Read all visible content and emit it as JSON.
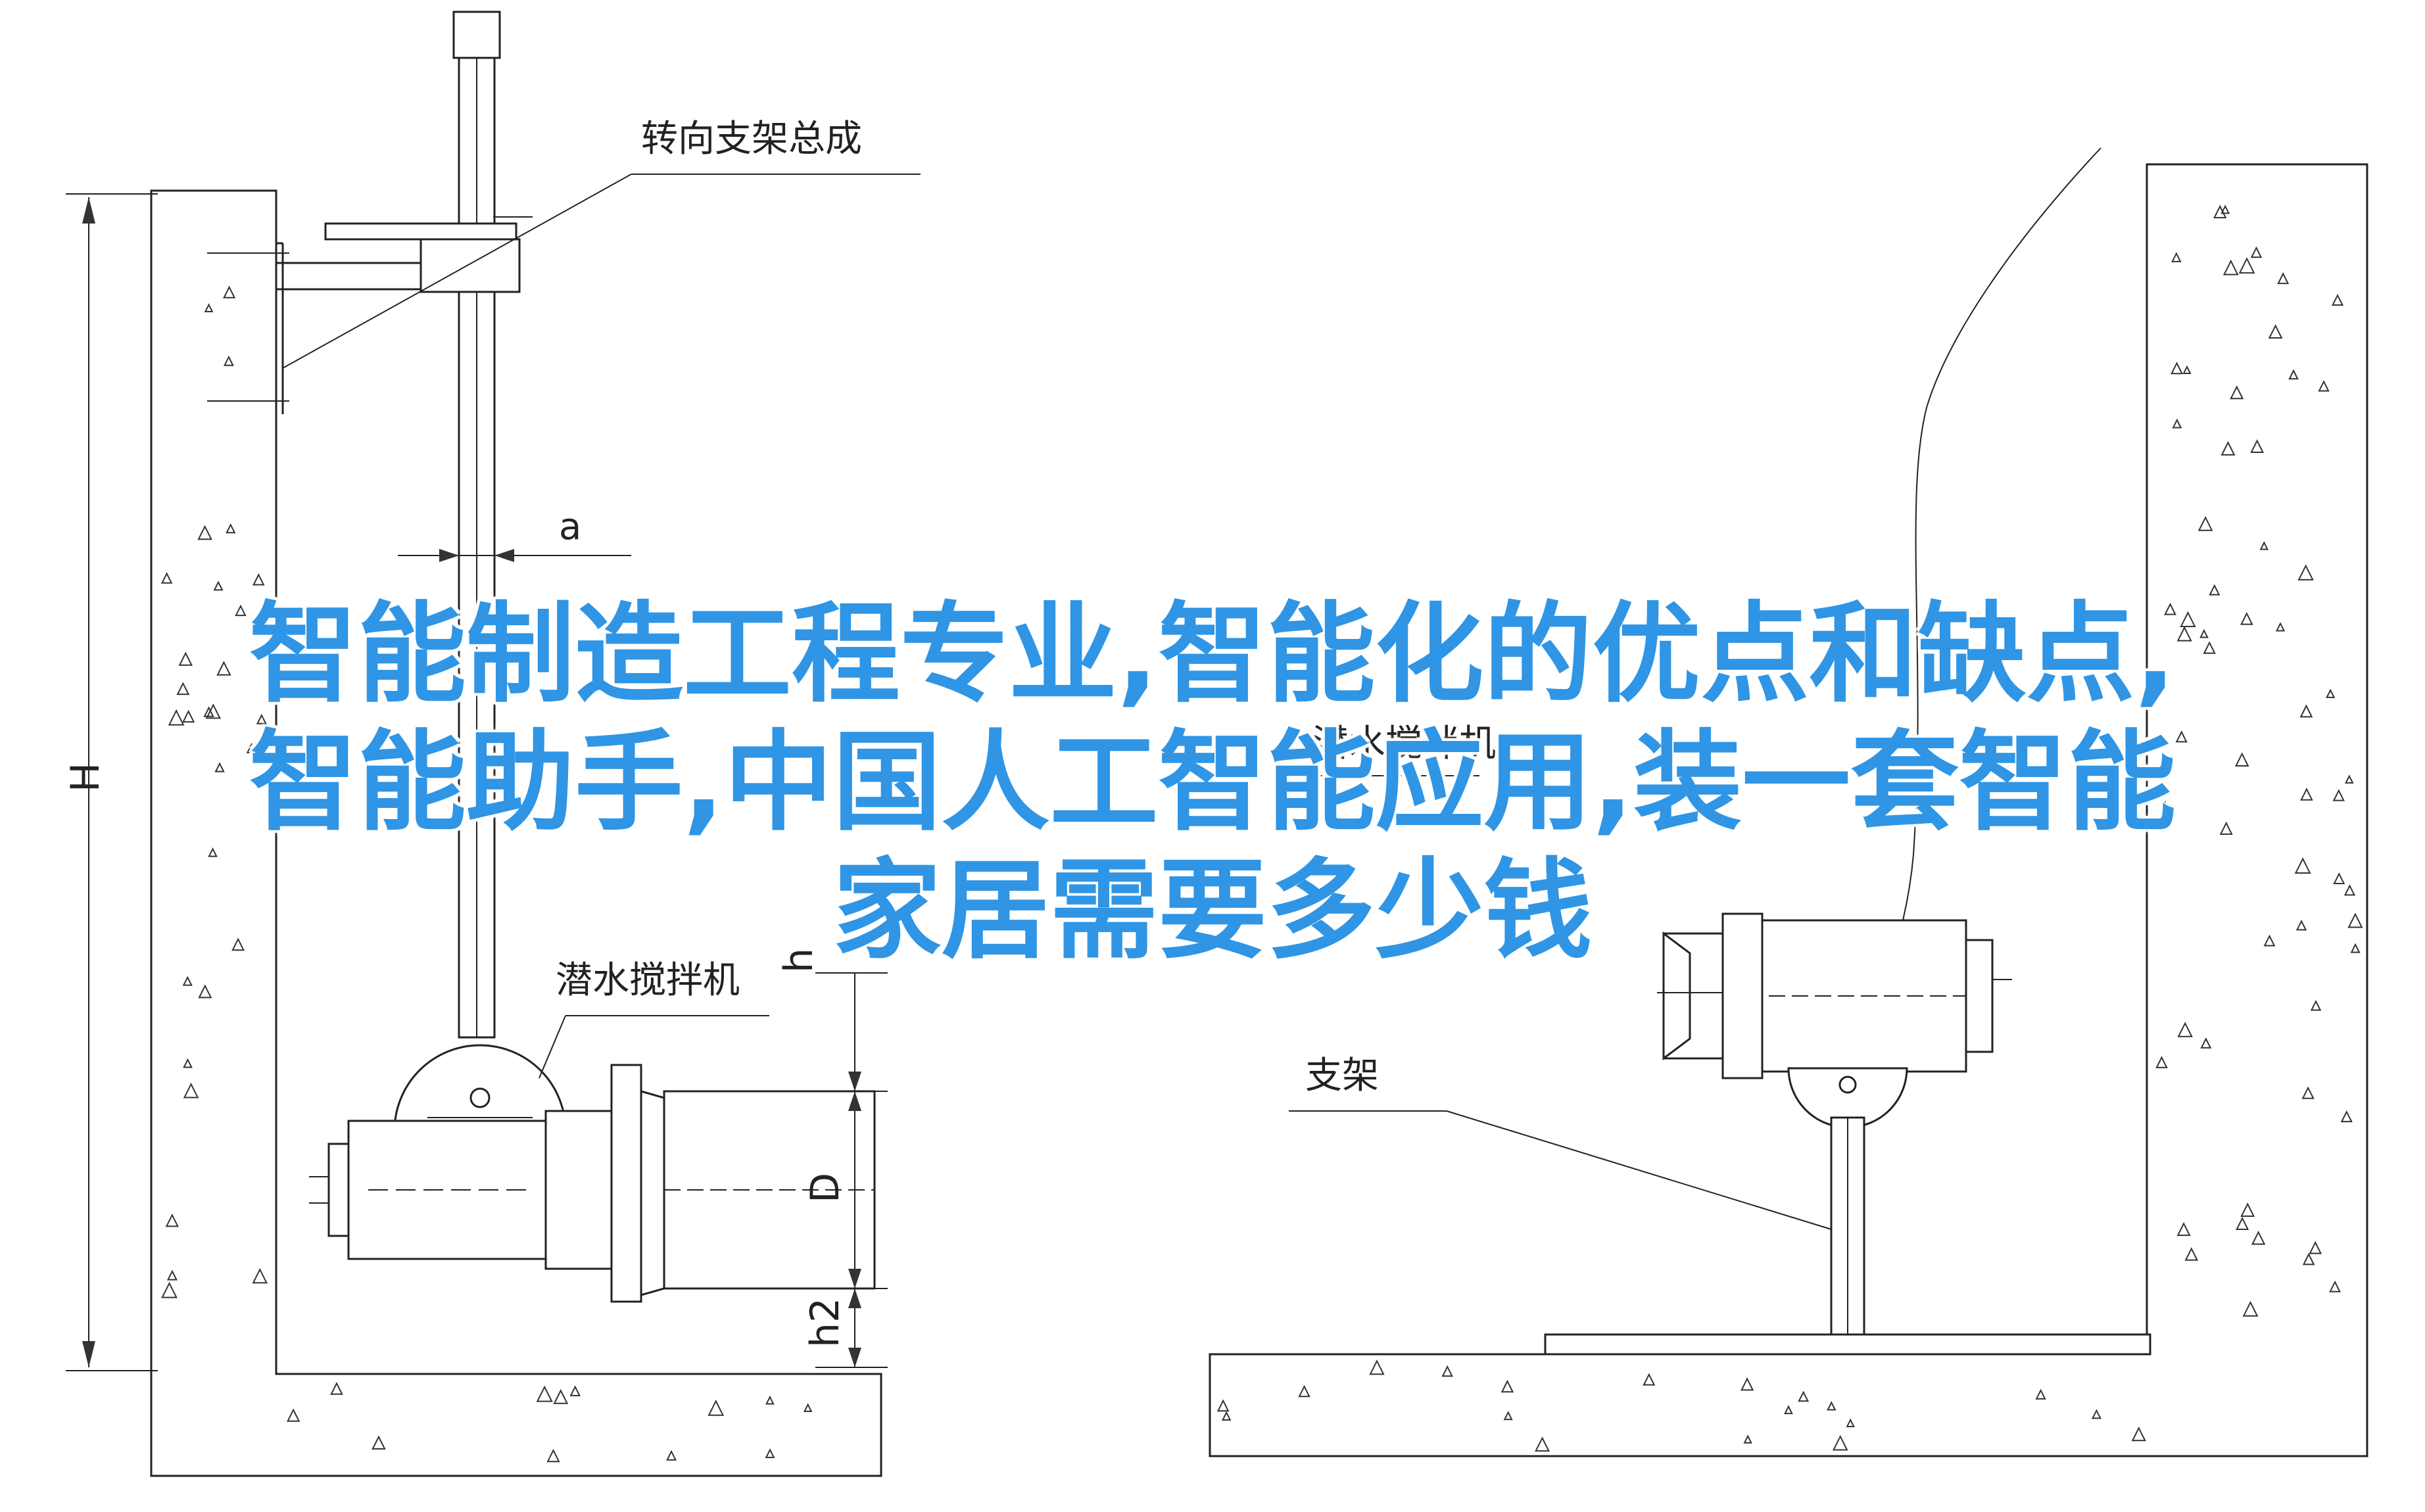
{
  "labels": {
    "steering_bracket": "转向支架总成",
    "dimension_a": "a",
    "mixer_left": "潜水搅拌机",
    "mixer_right": "潜水搅拌机",
    "dimension_h": "h",
    "dimension_D": "D",
    "dimension_h2": "h2",
    "dimension_H": "H",
    "support": "支架"
  },
  "headline": {
    "line1": "智能制造工程专业,智能化的优点和缺点,",
    "line2": "智能助手,中国人工智能应用,装一套智能",
    "line3": "家居需要多少钱"
  },
  "colors": {
    "headline": "#2f95e4",
    "drawing": "#222222",
    "background": "#ffffff"
  }
}
